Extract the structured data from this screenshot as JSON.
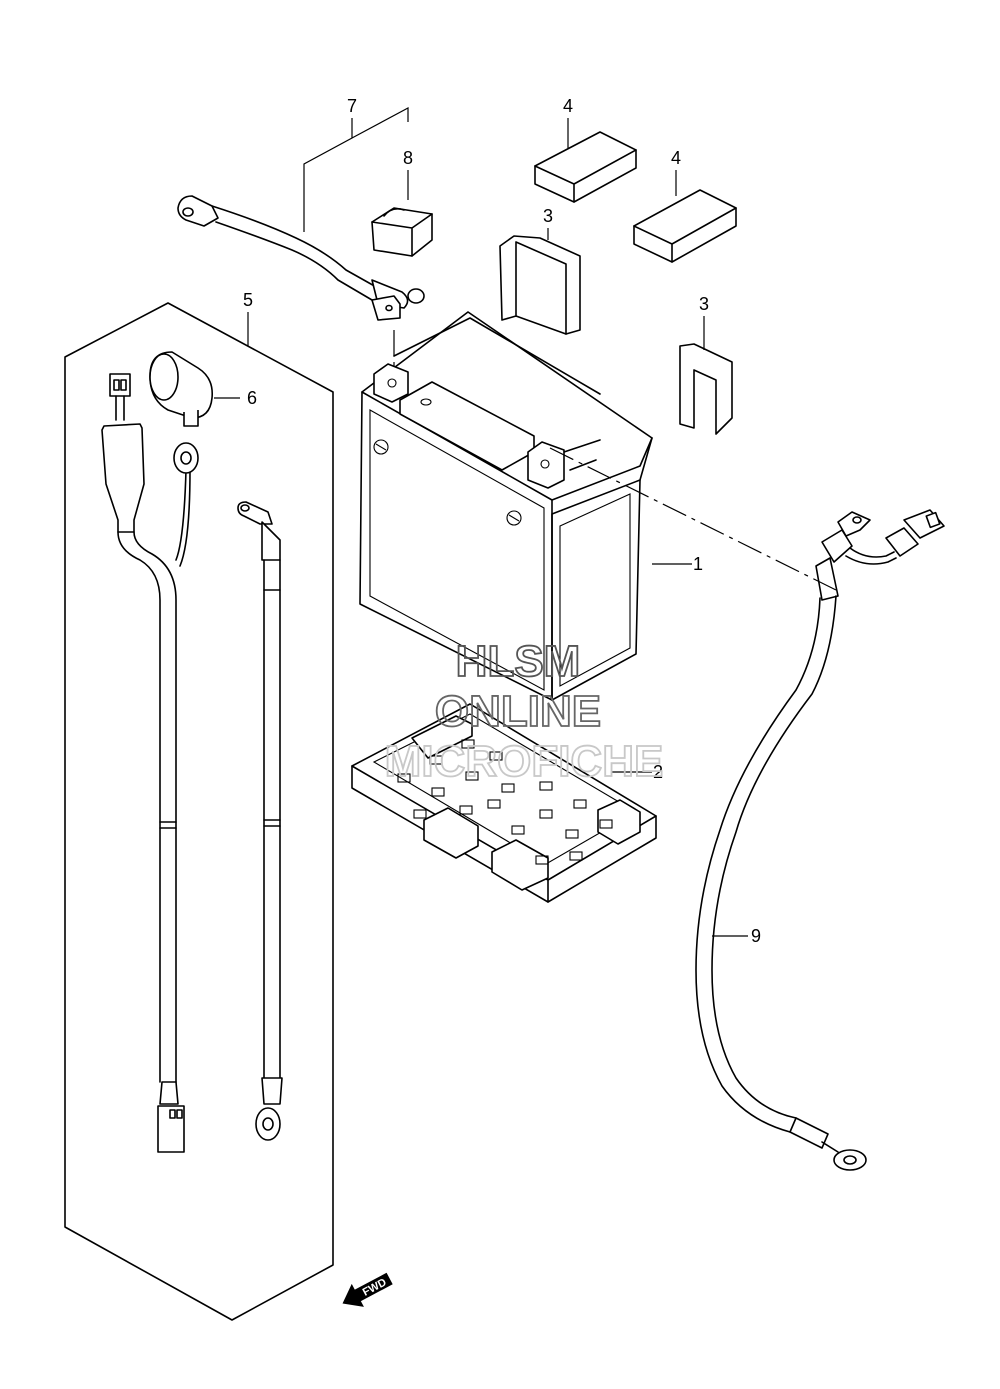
{
  "callouts": {
    "battery": "1",
    "battery_tray": "2",
    "bracket_a": "3",
    "bracket_b": "3",
    "pad_a": "4",
    "pad_b": "4",
    "harness_set": "5",
    "cap": "6",
    "plus_cable": "7",
    "terminal_cover": "8",
    "minus_cable": "9"
  },
  "watermark": {
    "line1": "HLSM",
    "line2": "ONLINE",
    "line3": "MICROFICHE"
  },
  "direction_arrow": {
    "label": "FWD"
  }
}
